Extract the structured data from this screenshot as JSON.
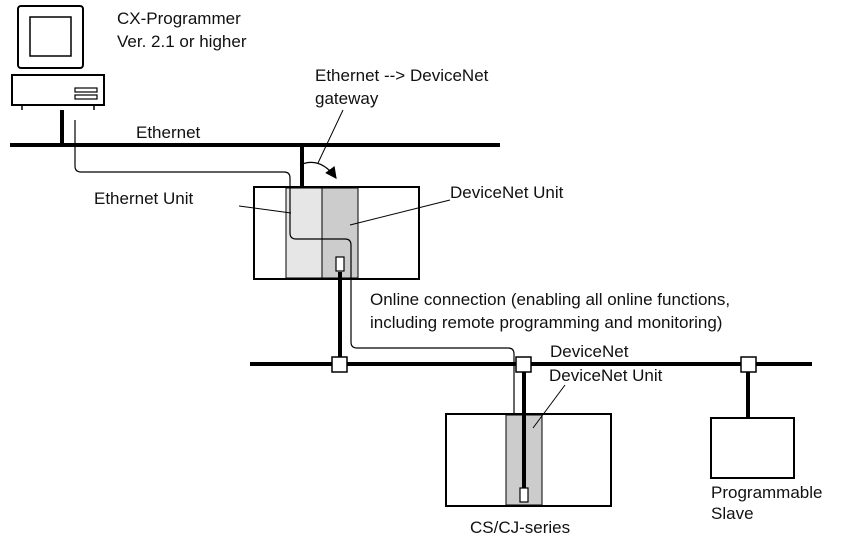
{
  "computer": {
    "label_line1": "CX-Programmer",
    "label_line2": "Ver. 2.1 or higher"
  },
  "gateway": {
    "label_line1": "Ethernet --> DeviceNet",
    "label_line2": "gateway"
  },
  "networks": {
    "ethernet_label": "Ethernet",
    "devicenet_label": "DeviceNet"
  },
  "plc_top": {
    "ethernet_unit_label": "Ethernet Unit",
    "devicenet_unit_label": "DeviceNet Unit"
  },
  "connection": {
    "label_line1": "Online connection (enabling all online functions,",
    "label_line2": "including remote programming and monitoring)"
  },
  "plc_bottom": {
    "devicenet_unit_label": "DeviceNet Unit",
    "series_label": "CS/CJ-series"
  },
  "slave": {
    "label_line1": "Programmable",
    "label_line2": "Slave"
  },
  "colors": {
    "line": "#000000",
    "ethernet_unit_fill": "#e6e6e6",
    "devicenet_unit_fill": "#cccccc",
    "background": "#ffffff"
  }
}
